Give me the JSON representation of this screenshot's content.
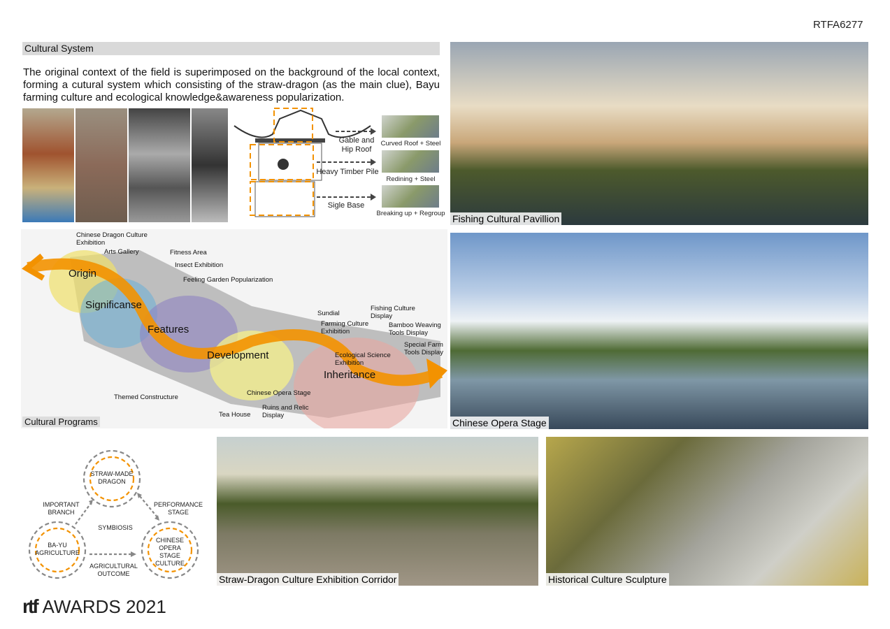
{
  "project_code": "RTFA6277",
  "section_title": "Cultural System",
  "description": "The original context of the field is superimposed on the background of the local context, forming a cutural system which consisting of the straw-dragon (as the main clue), Bayu farming culture and ecological knowledge&awareness popularization.",
  "structure_diagram": {
    "parts": [
      "Gable and Hip Roof",
      "Heavy Timber Pile",
      "Sigle Base"
    ],
    "transforms": [
      "Curved Roof + Steel",
      "Redining + Steel",
      "Breaking up + Regroup"
    ]
  },
  "photos": {
    "p1": "Fishing Cultural Pavillion",
    "p2": "Chinese Opera Stage",
    "p3": "Straw-Dragon Culture Exhibition Corridor",
    "p4": "Historical Culture Sculpture"
  },
  "map": {
    "title": "Cultural Programs",
    "stages": [
      "Origin",
      "Significanse",
      "Features",
      "Development",
      "Inheritance"
    ],
    "programs": {
      "dragon": "Chinese Dragon Culture Exhibition",
      "arts": "Arts Gallery",
      "fitness": "Fitness Area",
      "insect": "Insect Exhibition",
      "feeling": "Feeling Garden Popularization",
      "themed": "Themed Constructure",
      "tea": "Tea House",
      "opera": "Chinese Opera Stage",
      "ruins": "Ruins and Relic Display",
      "sundial": "Sundial",
      "farming": "Farming Culture Exhibition",
      "fishing": "Fishing Culture Display",
      "bamboo": "Bamboo Weaving Tools Display",
      "special": "Special Farm Tools Display",
      "eco": "Ecological Science Exhibition"
    }
  },
  "cycle": {
    "dragon": "STRAW-MADE DRAGON",
    "bayu": "BA-YU AGRICULTURE",
    "opera": "CHINESE OPERA STAGE CULTURE",
    "branch": "IMPORTANT BRANCH",
    "performance": "PERFORMANCE STAGE",
    "symbiosis": "SYMBIOSIS",
    "outcome": "AGRICULTURAL OUTCOME"
  },
  "logo": {
    "mark": "rtf",
    "text": "AWARDS 2021"
  },
  "colors": {
    "accent": "#f39200",
    "label_bg": "#d9d9d9"
  }
}
